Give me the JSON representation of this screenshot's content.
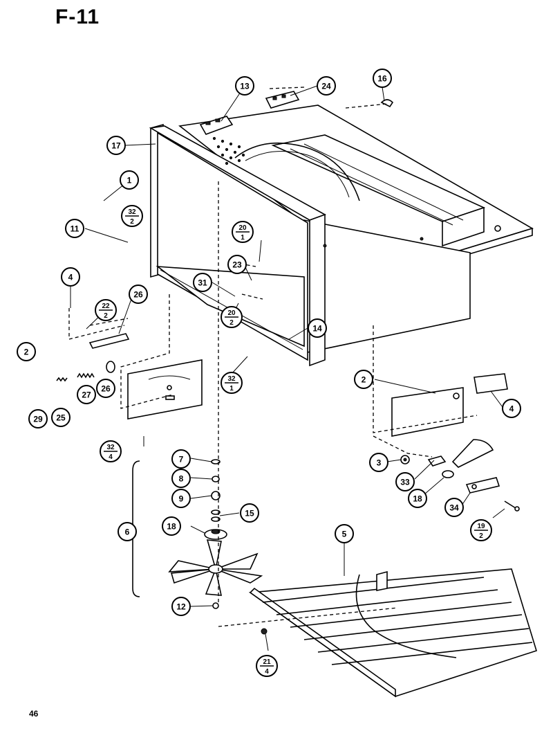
{
  "figure": {
    "title": "F-11",
    "page_number": "46"
  },
  "callouts": [
    {
      "id": "c13",
      "label": "13"
    },
    {
      "id": "c24",
      "label": "24"
    },
    {
      "id": "c16",
      "label": "16"
    },
    {
      "id": "c17",
      "label": "17"
    },
    {
      "id": "c1",
      "label": "1"
    },
    {
      "id": "c32-2",
      "top": "32",
      "bottom": "2"
    },
    {
      "id": "c11",
      "label": "11"
    },
    {
      "id": "c20-1",
      "top": "20",
      "bottom": "1"
    },
    {
      "id": "c23",
      "label": "23"
    },
    {
      "id": "c31",
      "label": "31"
    },
    {
      "id": "c4a",
      "label": "4"
    },
    {
      "id": "c22-2",
      "top": "22",
      "bottom": "2"
    },
    {
      "id": "c26a",
      "label": "26"
    },
    {
      "id": "c20-2",
      "top": "20",
      "bottom": "2"
    },
    {
      "id": "c14",
      "label": "14"
    },
    {
      "id": "c2a",
      "label": "2"
    },
    {
      "id": "c32-1",
      "top": "32",
      "bottom": "1"
    },
    {
      "id": "c27",
      "label": "27"
    },
    {
      "id": "c26b",
      "label": "26"
    },
    {
      "id": "c29",
      "label": "29"
    },
    {
      "id": "c25",
      "label": "25"
    },
    {
      "id": "c2b",
      "label": "2"
    },
    {
      "id": "c4b",
      "label": "4"
    },
    {
      "id": "c32-4",
      "top": "32",
      "bottom": "4"
    },
    {
      "id": "c3",
      "label": "3"
    },
    {
      "id": "c7",
      "label": "7"
    },
    {
      "id": "c33",
      "label": "33"
    },
    {
      "id": "c8",
      "label": "8"
    },
    {
      "id": "c18a",
      "label": "18"
    },
    {
      "id": "c9",
      "label": "9"
    },
    {
      "id": "c34",
      "label": "34"
    },
    {
      "id": "c15",
      "label": "15"
    },
    {
      "id": "c19-2",
      "top": "19",
      "bottom": "2"
    },
    {
      "id": "c6",
      "label": "6"
    },
    {
      "id": "c18b",
      "label": "18"
    },
    {
      "id": "c5",
      "label": "5"
    },
    {
      "id": "c12",
      "label": "12"
    },
    {
      "id": "c21-4",
      "top": "21",
      "bottom": "4"
    }
  ]
}
